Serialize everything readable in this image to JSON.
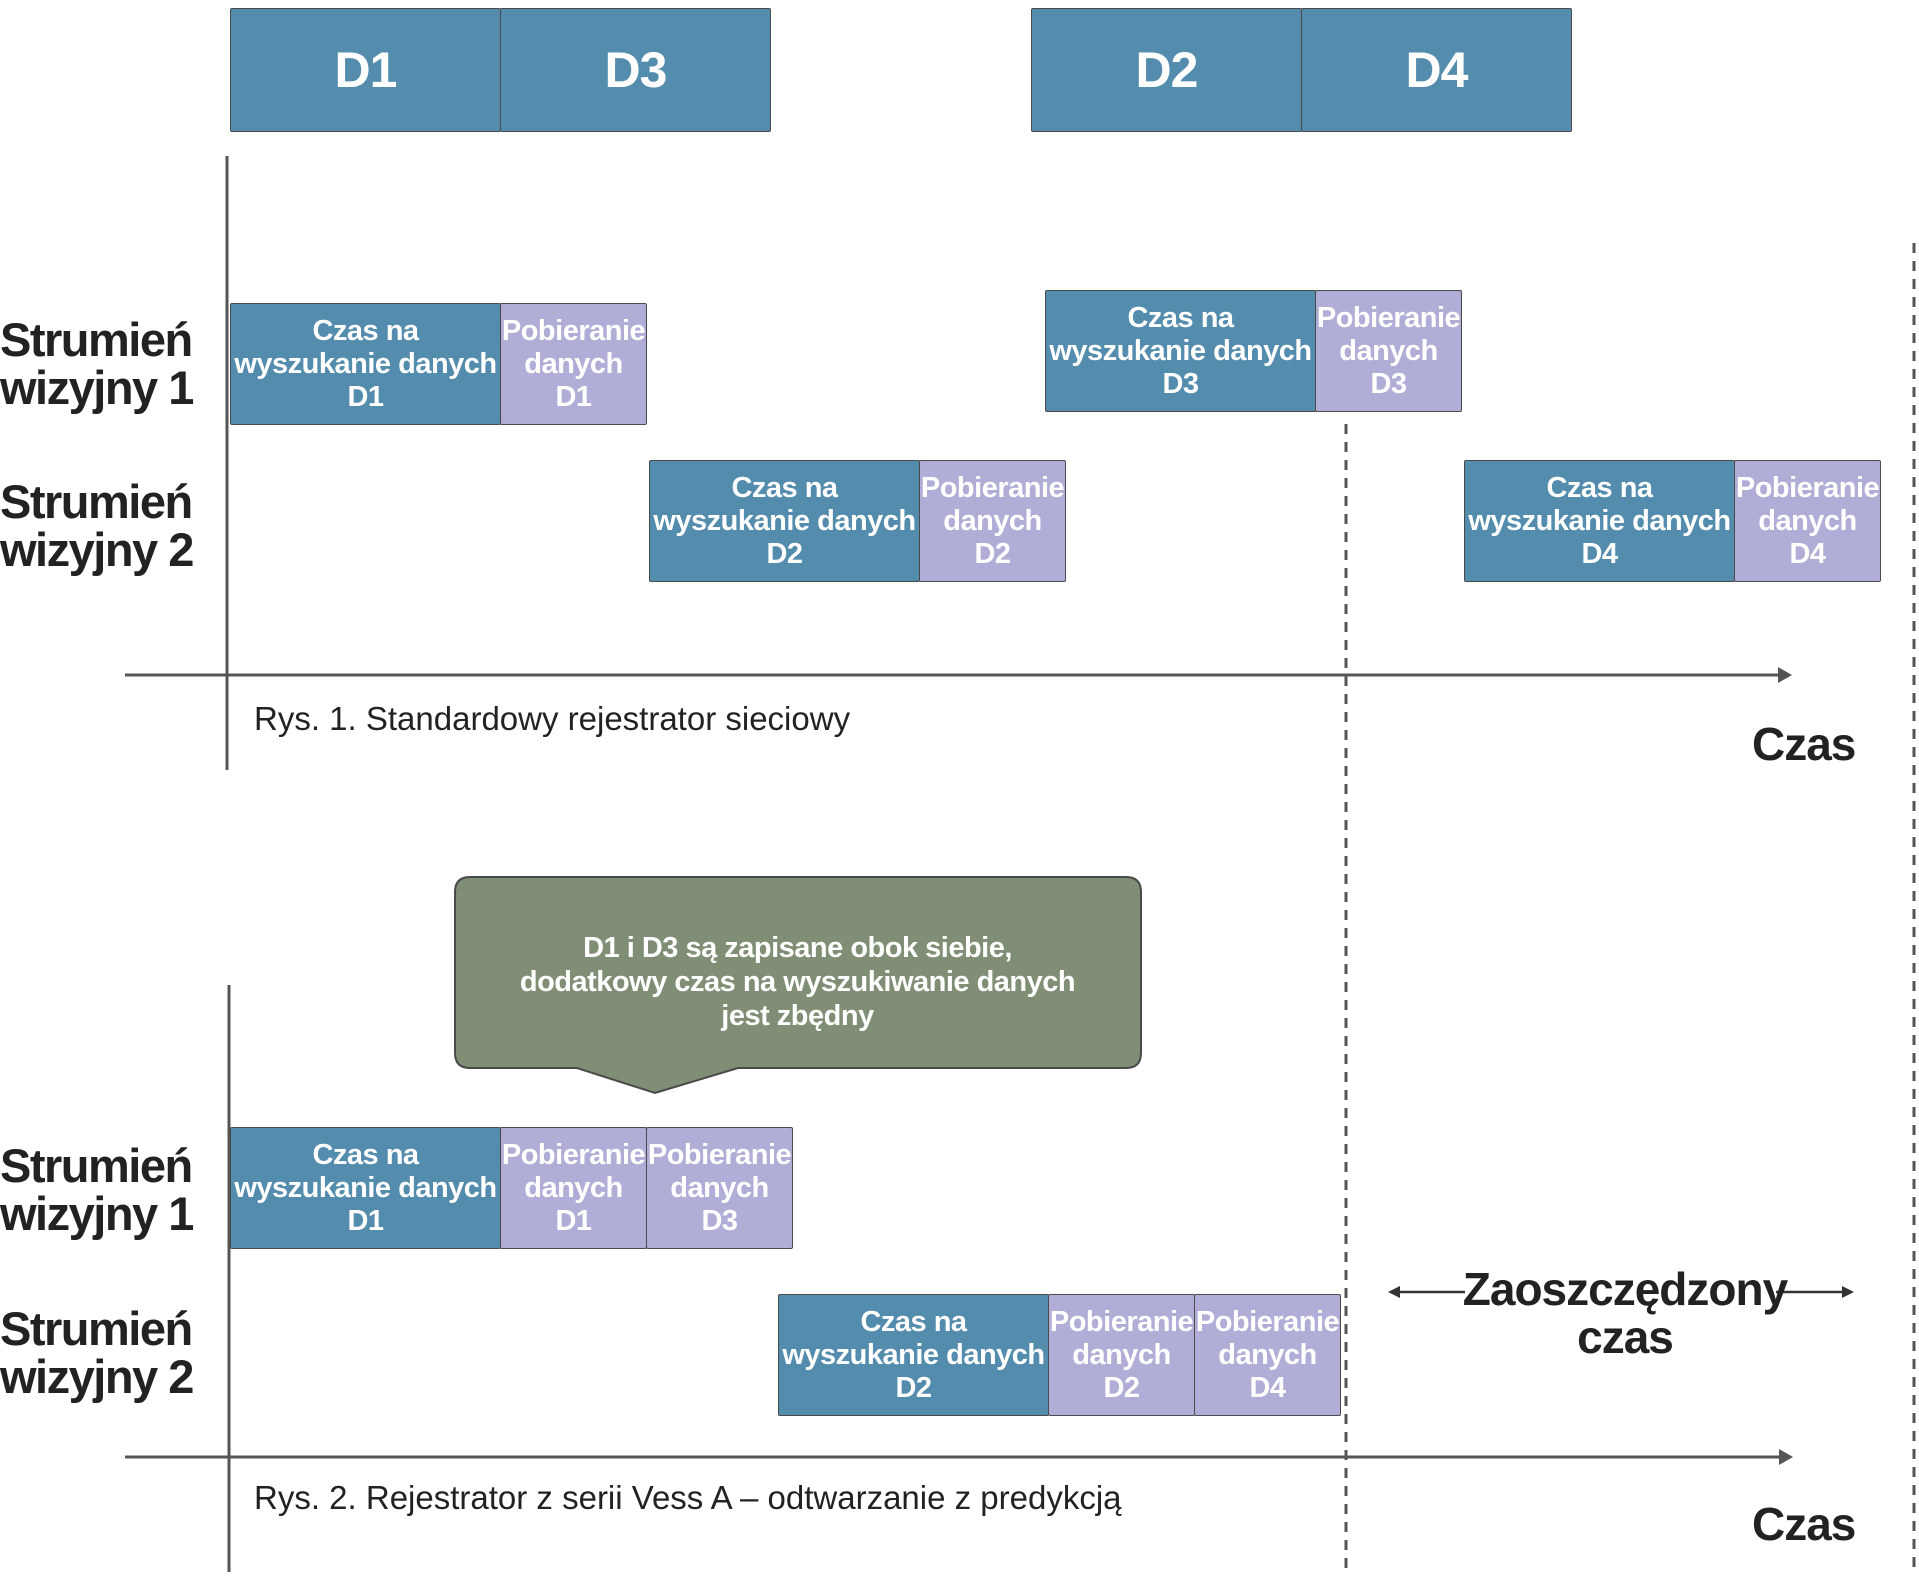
{
  "colors": {
    "search_block": "#548cae",
    "fetch_block": "#b0aed6",
    "callout": "#7f8e74",
    "axis": "#555555"
  },
  "top_row": [
    "D1",
    "D3",
    "D2",
    "D4"
  ],
  "stream_labels": {
    "s1_line1": "Strumień",
    "s1_line2": "wizyjny 1",
    "s2_line1": "Strumień",
    "s2_line2": "wizyjny 2"
  },
  "block_text": {
    "search_line1": "Czas na",
    "search_line2": "wyszukanie danych",
    "fetch_line1": "Pobieranie",
    "fetch_line2": "danych"
  },
  "fig1": {
    "caption": "Rys. 1. Standardowy rejestrator sieciowy",
    "axis_label": "Czas",
    "stream1": [
      {
        "type": "search",
        "item": "D1"
      },
      {
        "type": "fetch",
        "item": "D1"
      },
      {
        "type": "search",
        "item": "D3"
      },
      {
        "type": "fetch",
        "item": "D3"
      }
    ],
    "stream2": [
      {
        "type": "search",
        "item": "D2"
      },
      {
        "type": "fetch",
        "item": "D2"
      },
      {
        "type": "search",
        "item": "D4"
      },
      {
        "type": "fetch",
        "item": "D4"
      }
    ]
  },
  "fig2": {
    "caption": "Rys. 2. Rejestrator z serii Vess A – odtwarzanie z predykcją",
    "axis_label": "Czas",
    "callout": [
      "D1 i D3 są zapisane obok siebie,",
      "dodatkowy czas na wyszukiwanie danych",
      "jest zbędny"
    ],
    "stream1": [
      {
        "type": "search",
        "item": "D1"
      },
      {
        "type": "fetch",
        "item": "D1"
      },
      {
        "type": "fetch",
        "item": "D3"
      }
    ],
    "stream2": [
      {
        "type": "search",
        "item": "D2"
      },
      {
        "type": "fetch",
        "item": "D2"
      },
      {
        "type": "fetch",
        "item": "D4"
      }
    ],
    "saved_line1": "Zaoszczędzony",
    "saved_line2": "czas"
  }
}
